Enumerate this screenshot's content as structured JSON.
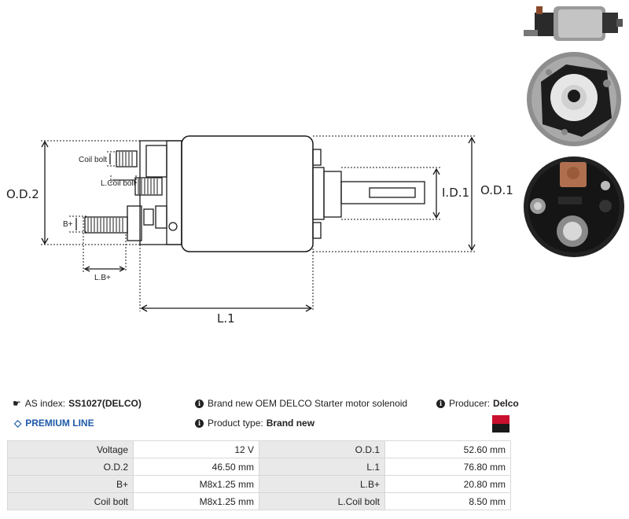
{
  "diagram": {
    "labels": {
      "od2": "O.D.2",
      "od1": "O.D.1",
      "id1": "I.D.1",
      "l1": "L.1",
      "coil_bolt": "Coil bolt",
      "l_coil_bolt": "L.Coil bolt",
      "b_plus": "B+",
      "l_b_plus": "L.B+"
    }
  },
  "info": {
    "as_index_label": "AS index:",
    "as_index_value": "SS1027(DELCO)",
    "description": "Brand new OEM DELCO Starter motor solenoid",
    "producer_label": "Producer:",
    "producer_value": "Delco",
    "premium_line": "PREMIUM LINE",
    "product_type_label": "Product type:",
    "product_type_value": "Brand new",
    "swatch_colors": [
      "#c8102e",
      "#1a1a1a"
    ]
  },
  "specs": [
    [
      "Voltage",
      "12 V",
      "O.D.1",
      "52.60 mm"
    ],
    [
      "O.D.2",
      "46.50 mm",
      "L.1",
      "76.80 mm"
    ],
    [
      "B+",
      "M8x1.25 mm",
      "L.B+",
      "20.80 mm"
    ],
    [
      "Coil bolt",
      "M8x1.25 mm",
      "L.Coil bolt",
      "8.50 mm"
    ]
  ]
}
